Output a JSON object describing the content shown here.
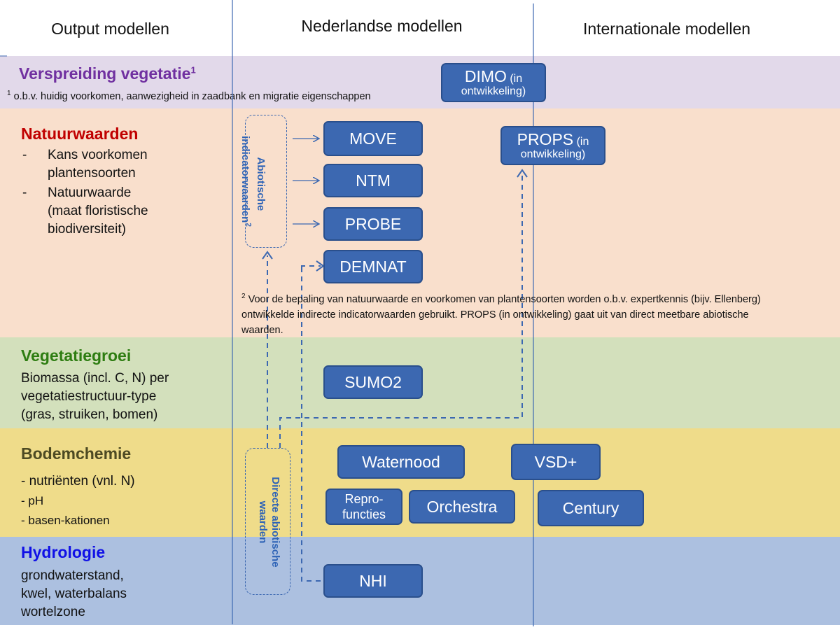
{
  "columns": {
    "output": "Output modellen",
    "nederlandse": "Nederlandse modellen",
    "internationale": "Internationale modellen"
  },
  "bands": {
    "verspreiding": {
      "title": "Verspreiding vegetatie",
      "title_sup": "1",
      "footnote_mark": "1",
      "footnote": "o.b.v. huidig voorkomen, aanwezigheid in zaadbank en migratie eigenschappen",
      "color": "#e2d9ea"
    },
    "natuurwaarden": {
      "title": "Natuurwaarden",
      "items": [
        "Kans voorkomen\nplantensoorten",
        "Natuurwaarde\n(maat floristische\nbiodiversiteit)"
      ],
      "color": "#f9dfcc"
    },
    "vegetatiegroei": {
      "title": "Vegetatiegroei",
      "text": "Biomassa (incl. C, N) per\nvegetatiestructuur-type\n(gras, struiken, bomen)",
      "color": "#d3e0bc"
    },
    "bodemchemie": {
      "title": "Bodemchemie",
      "items": [
        "- nutriënten (vnl. N)",
        "- pH",
        "- basen-kationen"
      ],
      "color": "#efdc8a"
    },
    "hydrologie": {
      "title": "Hydrologie",
      "text": "grondwaterstand,\nkwel, waterbalans\nwortelzone",
      "color": "#acc0e0"
    }
  },
  "models": {
    "dimo": {
      "name": "DIMO",
      "suffix": " (in",
      "line2": "ontwikkeling)"
    },
    "move": "MOVE",
    "ntm": "NTM",
    "probe": "PROBE",
    "demnat": "DEMNAT",
    "props": {
      "name": "PROPS",
      "suffix": " (in",
      "line2": "ontwikkeling)"
    },
    "sumo2": "SUMO2",
    "waternood": "Waternood",
    "vsd": "VSD+",
    "repro": "Repro-\nfuncties",
    "orchestra": "Orchestra",
    "century": "Century",
    "nhi": "NHI"
  },
  "groups": {
    "abiotische": "Abiotische\nindicatorwaarden",
    "abiotische_sup": "2",
    "directe": "Directe abiotische\nwaarden"
  },
  "note2": {
    "mark": "2",
    "text": "Voor de bepaling van natuurwaarde en voorkomen van plantensoorten worden o.b.v. expertkennis (bijv. Ellenberg) ontwikkelde indirecte indicatorwaarden gebruikt. PROPS (in ontwikkeling) gaat uit van direct meetbare abiotische waarden."
  },
  "colors": {
    "box": "#3c68b1",
    "arrow": "#3c68b1",
    "purple": "#7030a0",
    "red": "#c00000",
    "green": "#2e7d12",
    "olive": "#4d4a23",
    "blue": "#1010e6"
  }
}
